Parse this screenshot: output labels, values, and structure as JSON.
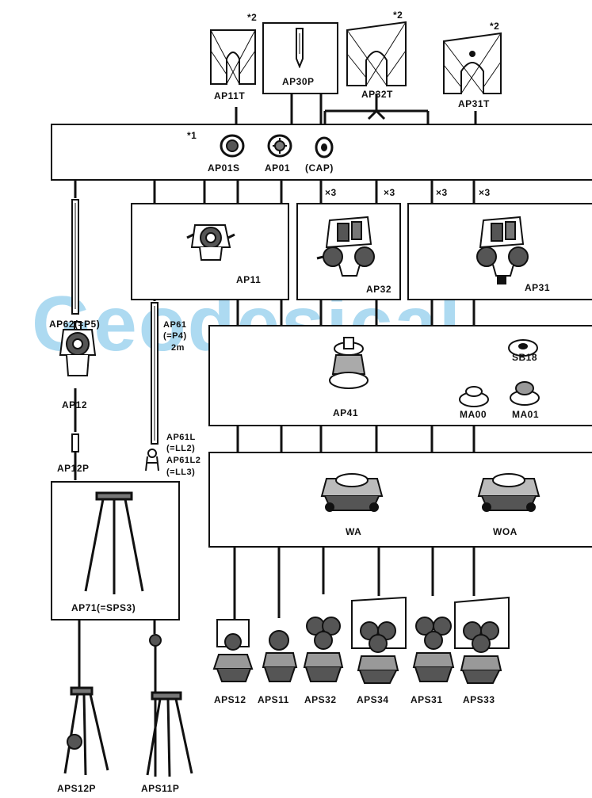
{
  "watermark": {
    "text": "Geodesical",
    "color": "#9fd4ef"
  },
  "colors": {
    "line": "#111111",
    "background": "#ffffff"
  },
  "labels": {
    "ap11t": "AP11T",
    "ap30p": "AP30P",
    "ap32t": "AP32T",
    "ap31t": "AP31T",
    "star2": "*2",
    "star1": "*1",
    "ap01s": "AP01S",
    "ap01": "AP01",
    "cap": "(CAP)",
    "x3": "×3",
    "ap11": "AP11",
    "ap32": "AP32",
    "ap31": "AP31",
    "ap62": "AP62(=P5)",
    "ap61_line1": "AP61",
    "ap61_line2": "(=P4)",
    "ap61_line3": "2m",
    "ap12": "AP12",
    "sb18": "SB18",
    "ap41": "AP41",
    "ma00": "MA00",
    "ma01": "MA01",
    "ap12p": "AP12P",
    "ap61l_line1": "AP61L",
    "ap61l_line2": "(=LL2)",
    "ap61l_line3": "AP61L2",
    "ap61l_line4": "(=LL3)",
    "wa": "WA",
    "woa": "WOA",
    "ap71": "AP71(=SPS3)",
    "aps12": "APS12",
    "aps11": "APS11",
    "aps32": "APS32",
    "aps34": "APS34",
    "aps31": "APS31",
    "aps33": "APS33",
    "aps12p": "APS12P",
    "aps11p": "APS11P"
  },
  "icons": {
    "prism_target": "prism-target-icon",
    "single_prism": "single-prism-icon",
    "triple_holder": "triple-prism-holder-icon",
    "tribrach": "tribrach-icon",
    "tripod": "tripod-icon",
    "pole": "prism-pole-icon"
  }
}
